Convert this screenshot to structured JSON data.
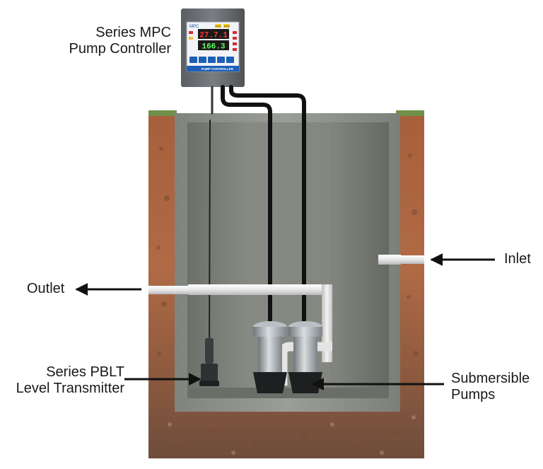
{
  "labels": {
    "controller": {
      "line1": "Series MPC",
      "line2": "Pump Controller"
    },
    "inlet": "Inlet",
    "outlet": "Outlet",
    "transmitter": {
      "line1": "Series PBLT",
      "line2": "Level Transmitter"
    },
    "pumps": {
      "line1": "Submersible",
      "line2": "Pumps"
    }
  },
  "controller_panel": {
    "logo": "MPC",
    "display_top": "27.7.1",
    "display_bottom": "166.3",
    "badges": [
      "PV1",
      "PV2"
    ],
    "footer": "PUMP CONTROLLER"
  },
  "colors": {
    "soil": "#9c5a3a",
    "concrete": "#8d928a",
    "pipe": "#e8e8e8",
    "arrow": "#111111",
    "display_red": "#ff3b2f",
    "display_green": "#5cff5c"
  }
}
